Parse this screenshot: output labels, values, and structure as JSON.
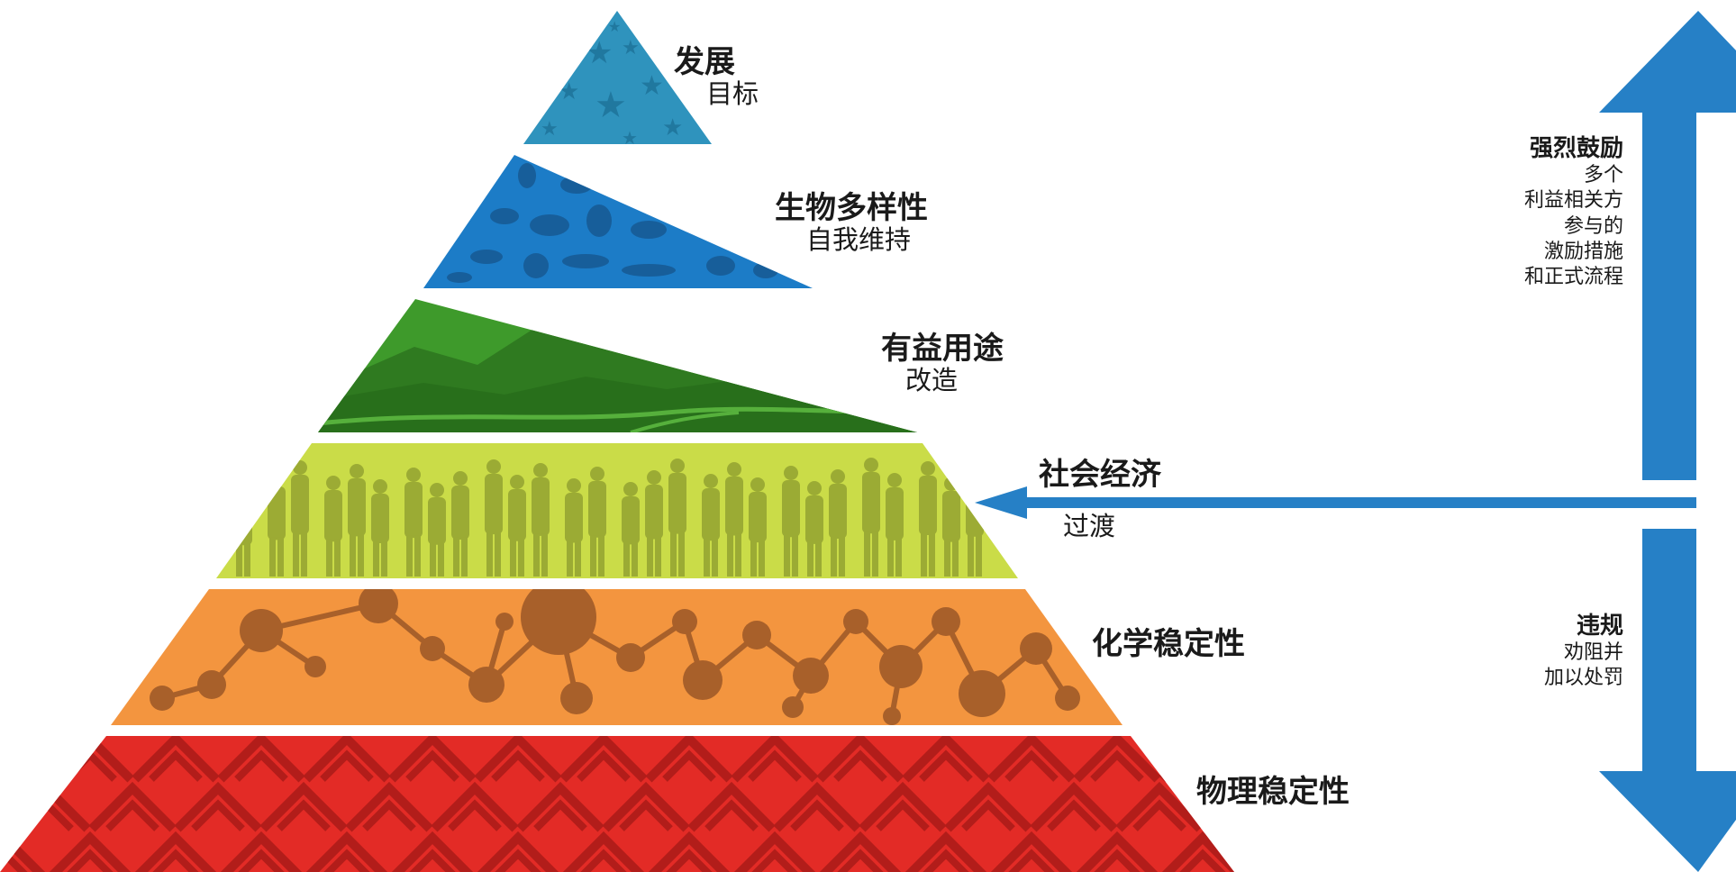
{
  "pyramid": {
    "levels": [
      {
        "key": "goals",
        "title": "发展",
        "subtitle": "目标",
        "color": "#2f93bd",
        "texture": "stars"
      },
      {
        "key": "biodiversity",
        "title": "生物多样性",
        "subtitle": "自我维持",
        "color": "#1c7cc7",
        "texture": "animals"
      },
      {
        "key": "beneficial-use",
        "title": "有益用途",
        "subtitle": "改造",
        "color": "#3e9a2b",
        "texture": "mountains"
      },
      {
        "key": "socioeconomic",
        "title": "社会经济",
        "subtitle": "过渡",
        "color": "#cadc48",
        "texture": "people"
      },
      {
        "key": "chemical",
        "title": "化学稳定性",
        "subtitle": "",
        "color": "#f3953f",
        "texture": "molecules"
      },
      {
        "key": "physical",
        "title": "物理稳定性",
        "subtitle": "",
        "color": "#e32b26",
        "texture": "geometric"
      }
    ]
  },
  "side_panel": {
    "up": {
      "title": "强烈鼓励",
      "lines": [
        "多个",
        "利益相关方",
        "参与的",
        "激励措施",
        "和正式流程"
      ]
    },
    "down": {
      "title": "违规",
      "lines": [
        "劝阻并",
        "加以处罚"
      ]
    }
  },
  "colors": {
    "arrow": "#2680c6",
    "text": "#1a1a1a"
  }
}
